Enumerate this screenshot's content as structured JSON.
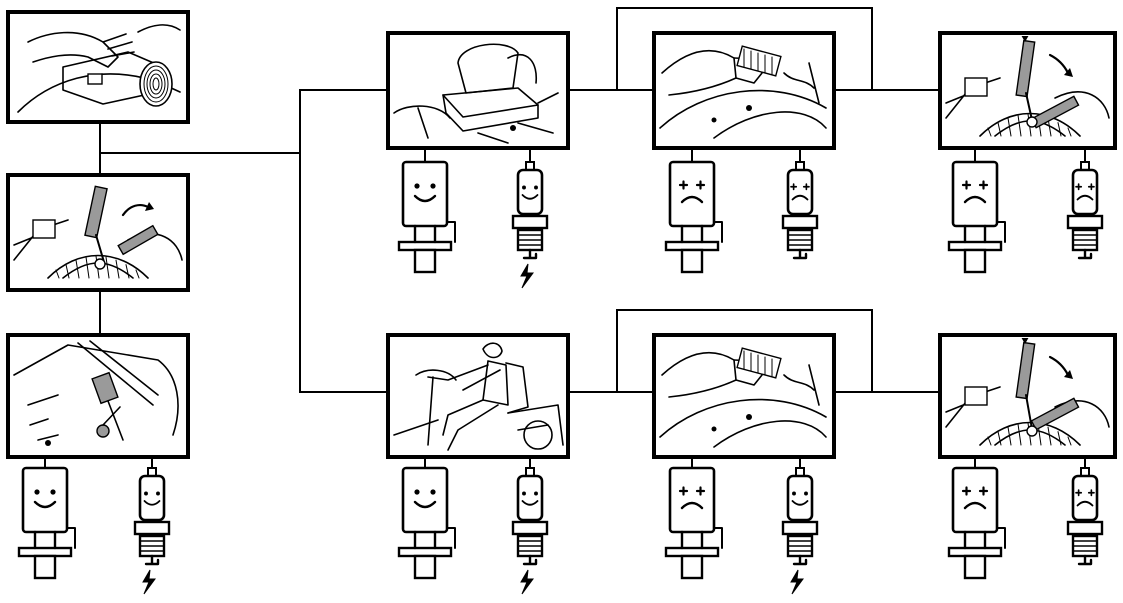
{
  "diagram": {
    "ink": "#000000",
    "paper": "#ffffff",
    "grey": "#9a9a9a",
    "panels": [
      {
        "id": "p1",
        "scene": "hand-on-switch-console",
        "sensor": null,
        "plug": null
      },
      {
        "id": "p2",
        "scene": "hand-lever-raised",
        "sensor": null,
        "plug": null
      },
      {
        "id": "p3",
        "scene": "pedal-and-lever-lowered",
        "sensor": "happy",
        "plug": "happy-spark"
      },
      {
        "id": "p4",
        "scene": "empty-seat",
        "sensor": "happy",
        "plug": "happy-spark"
      },
      {
        "id": "p5",
        "scene": "seat-switch-hand",
        "sensor": "sad",
        "plug": "sad-no-spark"
      },
      {
        "id": "p6",
        "scene": "hand-lever-pushed-down",
        "sensor": "sad",
        "plug": "sad-no-spark"
      },
      {
        "id": "p7",
        "scene": "operator-seated",
        "sensor": "happy",
        "plug": "happy-spark"
      },
      {
        "id": "p8",
        "scene": "seat-switch-hand",
        "sensor": "sad",
        "plug": "happy-spark"
      },
      {
        "id": "p9",
        "scene": "hand-lever-pushed-down",
        "sensor": "sad",
        "plug": "sad-no-spark"
      }
    ]
  }
}
